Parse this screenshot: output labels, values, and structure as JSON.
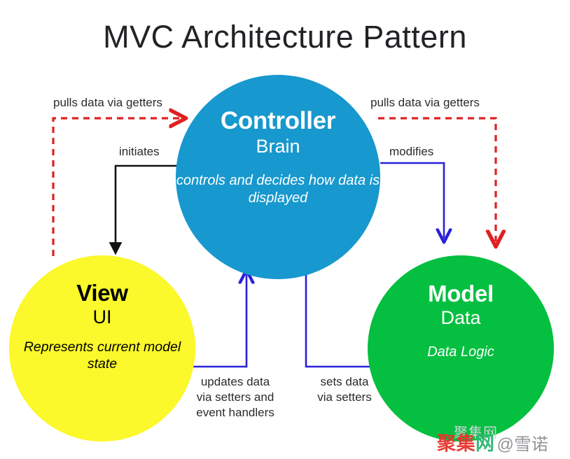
{
  "page": {
    "title": "MVC Architecture Pattern",
    "background": "#ffffff"
  },
  "colors": {
    "controller": "#1798ce",
    "view": "#fbf82b",
    "model": "#04bf40",
    "arrow_red": "#e02020",
    "arrow_blue": "#2a20d8",
    "arrow_black": "#111111",
    "title_text": "#222226",
    "label_text": "#2b2b30"
  },
  "nodes": {
    "controller": {
      "title": "Controller",
      "subtitle": "Brain",
      "description": "controls and decides\nhow data is displayed",
      "text_color": "#ffffff"
    },
    "view": {
      "title": "View",
      "subtitle": "UI",
      "description": "Represents current\nmodel state",
      "text_color": "#000000"
    },
    "model": {
      "title": "Model",
      "subtitle": "Data",
      "description": "Data Logic",
      "text_color": "#ffffff"
    }
  },
  "edges": [
    {
      "id": "pulls-left",
      "label": "pulls data via getters",
      "from": "View",
      "to": "Controller",
      "style": "dashed",
      "color": "#e02020"
    },
    {
      "id": "initiates",
      "label": "initiates",
      "from": "Controller",
      "to": "View",
      "style": "solid",
      "color": "#111111"
    },
    {
      "id": "pulls-right",
      "label": "pulls data via getters",
      "from": "Controller",
      "to": "Model",
      "style": "dashed",
      "color": "#e02020"
    },
    {
      "id": "modifies",
      "label": "modifies",
      "from": "Controller",
      "to": "Model",
      "style": "solid",
      "color": "#2a20d8"
    },
    {
      "id": "updates",
      "label": "updates data\nvia setters and\nevent handlers",
      "from": "View",
      "to": "Controller",
      "style": "solid",
      "color": "#2a20d8"
    },
    {
      "id": "sets",
      "label": "sets data\nvia setters",
      "from": "Controller",
      "to": "Model",
      "style": "solid",
      "color": "#2a20d8"
    }
  ],
  "watermark": {
    "part_a": "聚集",
    "part_b": "网",
    "part_c": "@雪诺",
    "ghost": "聚集网"
  }
}
